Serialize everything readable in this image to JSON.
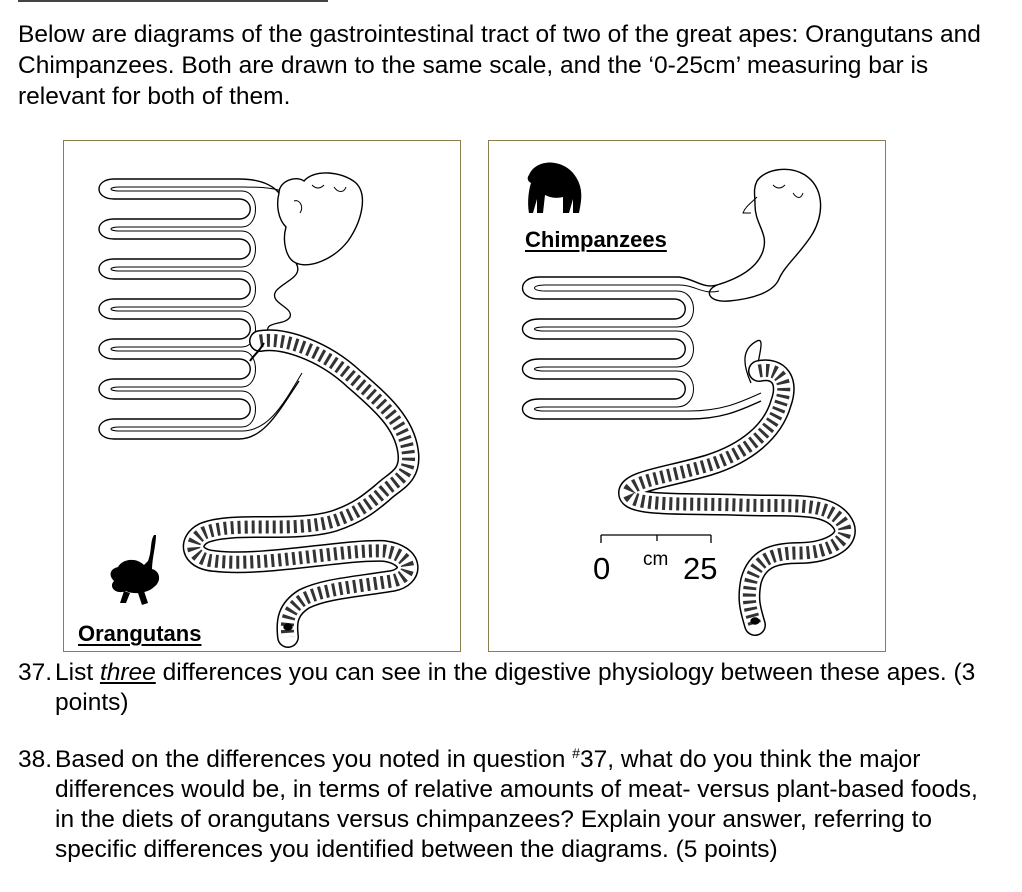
{
  "intro": "Below are diagrams of the gastrointestinal tract of two of the great apes: Orangutans and Chimpanzees. Both are drawn to the same scale, and the ‘0-25cm’ measuring bar is relevant for both of them.",
  "figure": {
    "left_label": "Orangutans",
    "right_label": "Chimpanzees",
    "scale_bar": {
      "start": "0",
      "unit": "cm",
      "end": "25"
    }
  },
  "questions": [
    {
      "number": "37.",
      "text_before": "List ",
      "emphasis": "three",
      "text_after": " differences you can see in the digestive physiology between these apes. (3 points)"
    },
    {
      "number": "38.",
      "text_before": "Based on the differences you noted in question ",
      "superscript": "#",
      "text_after": "37, what do you think the major differences would be, in terms of relative amounts of meat- versus plant-based foods, in the diets of orangutans versus chimpanzees? Explain your answer, referring to specific differences you identified between the diagrams. (5 points)"
    }
  ]
}
